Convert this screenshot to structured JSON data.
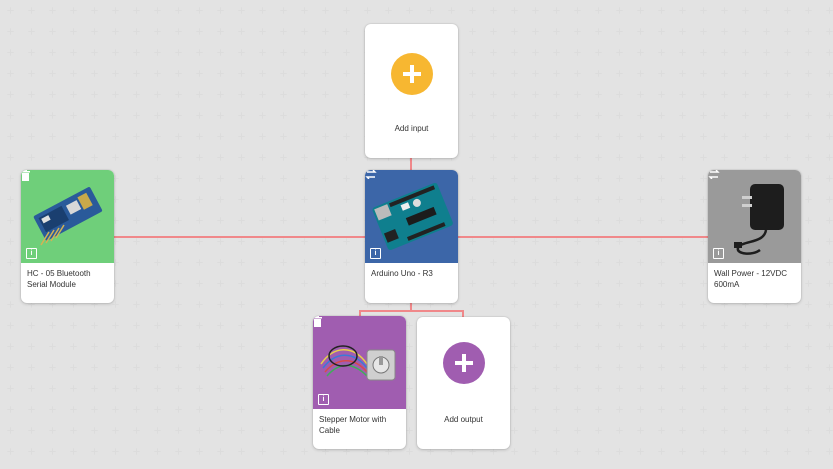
{
  "canvas": {
    "background": "#ffffff",
    "wire_color": "#f0888a"
  },
  "add_input": {
    "label": "Add input",
    "accent": "#f7b731"
  },
  "add_output": {
    "label": "Add output",
    "accent": "#a05db0"
  },
  "components": {
    "bluetooth": {
      "name": "HC - 05 Bluetooth Serial Module",
      "bg": "#6fcf7a"
    },
    "arduino": {
      "name": "Arduino Uno - R3",
      "bg": "#3c66a8"
    },
    "power": {
      "name": "Wall Power - 12VDC 600mA",
      "bg": "#9a9a9a"
    },
    "stepper": {
      "name": "Stepper Motor with Cable",
      "bg": "#a05db0"
    }
  },
  "icons": {
    "info": "i",
    "trash": "trash-icon",
    "swap": "swap-icon",
    "plus": "plus-icon"
  }
}
